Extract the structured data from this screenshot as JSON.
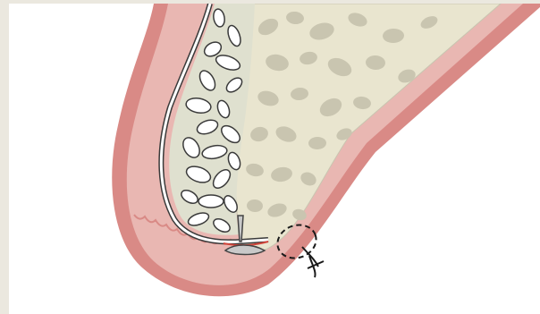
{
  "figure": {
    "colors": {
      "background": "#ffffff",
      "frame": "#ebe8df",
      "mucosa_outer": "#d98a86",
      "mucosa_inner": "#e9b7b2",
      "bone": "#e9e5cf",
      "bone_cells": "#c9c5b0",
      "graft_particle": "#ffffff",
      "graft_outline": "#3a3a3a",
      "membrane": "#ffffff",
      "pin": "#c9c9c9",
      "suture": "#1a1a1a",
      "bleed": "#d0443a"
    },
    "icons": [
      "bone-graft-particles",
      "membrane",
      "fixation-pin",
      "suture-loop"
    ]
  }
}
